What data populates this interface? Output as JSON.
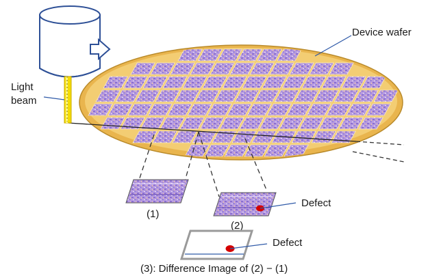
{
  "labels": {
    "device_wafer": "Device wafer",
    "light_beam_1": "Light",
    "light_beam_2": "beam",
    "defect_top": "Defect",
    "defect_bottom": "Defect",
    "die_1": "(1)",
    "die_2": "(2)",
    "caption": "(3): Difference Image of (2) − (1)"
  },
  "colors": {
    "wafer_ring": "#e8b85a",
    "wafer_ring_light": "#f5d27c",
    "die_fill": "#b79be0",
    "die_dark": "#7a5fbf",
    "camera_stroke": "#2d4f96",
    "beam": "#f2d800",
    "defect": "#d40000",
    "callout_line": "#2f5aa8",
    "dashed": "#333333"
  },
  "icons": {
    "camera": "camera-icon",
    "arrow": "arrow-right-icon"
  }
}
